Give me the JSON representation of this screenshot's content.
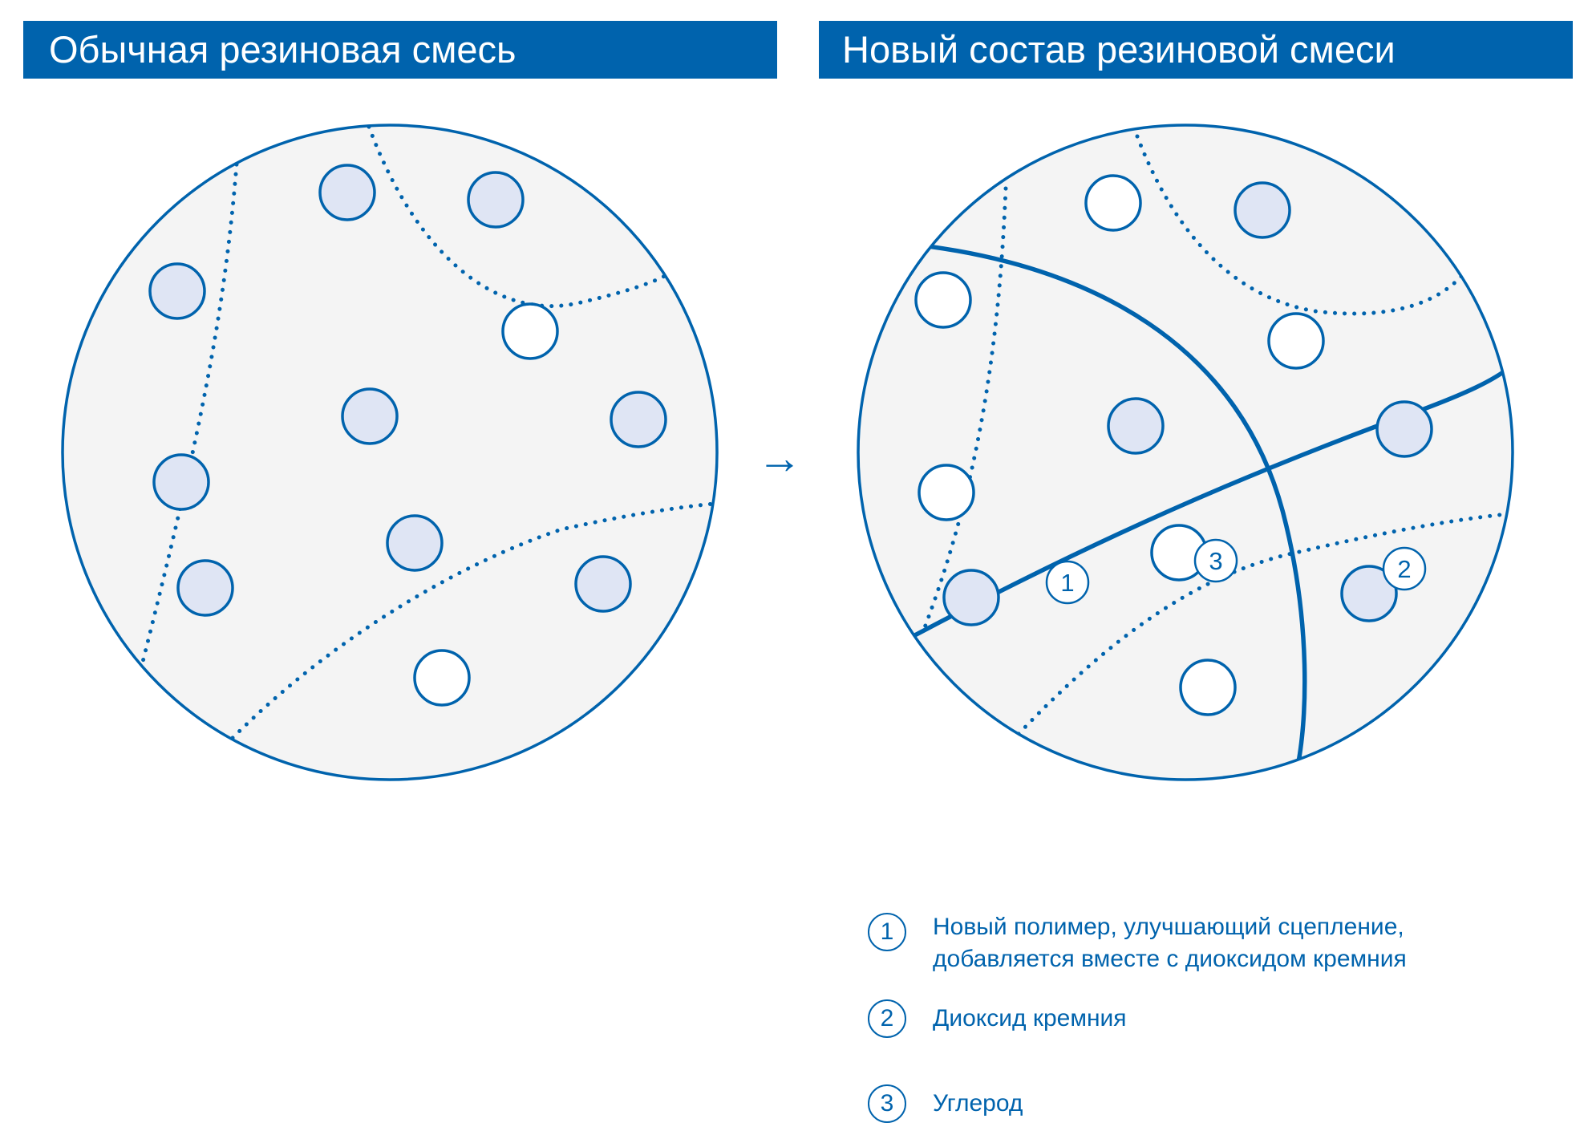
{
  "headers": {
    "left": "Обычная резиновая смесь",
    "right": "Новый состав резиновой смеси"
  },
  "colors": {
    "primary": "#0063ad",
    "circle_fill": "#f4f4f4",
    "particle_silica": "#dfe5f4",
    "particle_carbon": "#ffffff"
  },
  "markers": {
    "polymer": "1",
    "silica": "2",
    "carbon": "3"
  },
  "legend": [
    {
      "number": "1",
      "lines": [
        "Новый полимер, улучшающий сцепление,",
        "добавляется вместе с диоксидом кремния"
      ]
    },
    {
      "number": "2",
      "lines": [
        "Диоксид кремния"
      ]
    },
    {
      "number": "3",
      "lines": [
        "Углерод"
      ]
    }
  ],
  "arrow": "→"
}
